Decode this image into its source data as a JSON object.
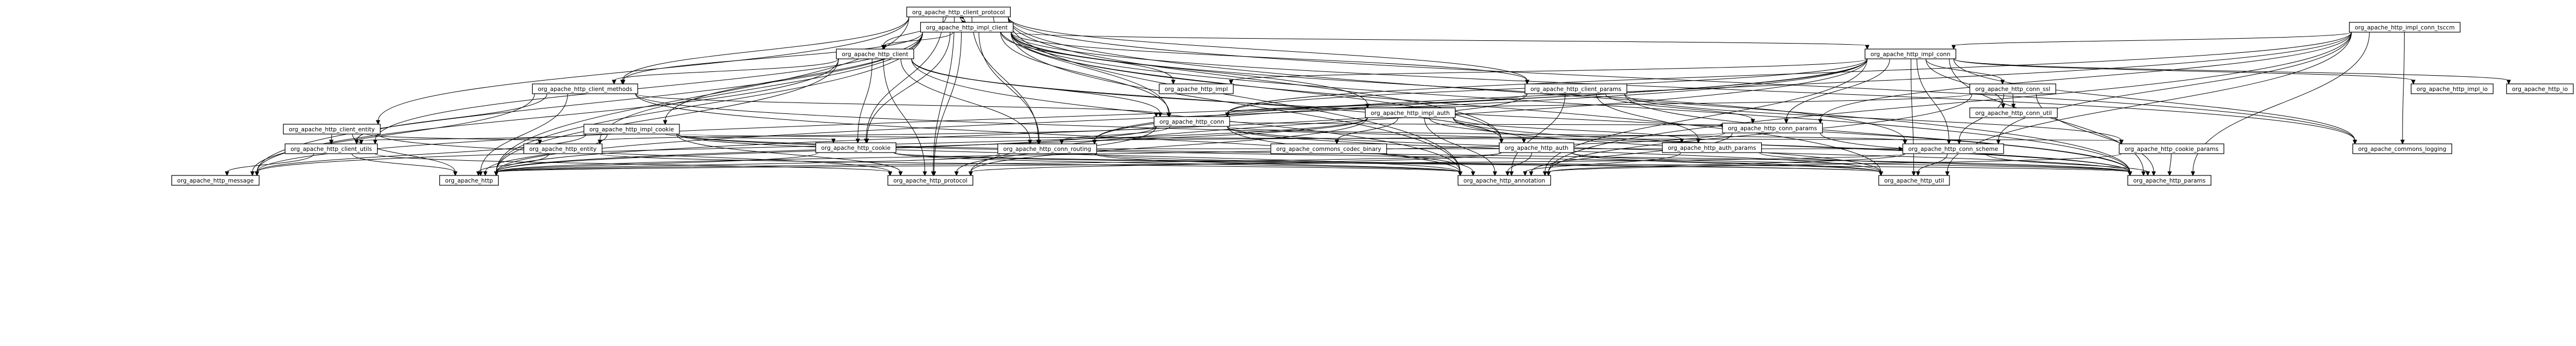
{
  "nodes": [
    {
      "id": "client_protocol",
      "label": "org_apache_http_client_protocol"
    },
    {
      "id": "impl_client",
      "label": "org_apache_http_impl_client"
    },
    {
      "id": "impl_conn_tsccm",
      "label": "org_apache_http_impl_conn_tsccm"
    },
    {
      "id": "client",
      "label": "org_apache_http_client"
    },
    {
      "id": "impl_conn",
      "label": "org_apache_http_impl_conn"
    },
    {
      "id": "client_methods",
      "label": "org_apache_http_client_methods"
    },
    {
      "id": "client_params",
      "label": "org_apache_http_client_params"
    },
    {
      "id": "impl",
      "label": "org_apache_http_impl"
    },
    {
      "id": "impl_io",
      "label": "org_apache_http_impl_io"
    },
    {
      "id": "io",
      "label": "org_apache_http_io"
    },
    {
      "id": "conn_ssl",
      "label": "org_apache_http_conn_ssl"
    },
    {
      "id": "client_entity",
      "label": "org_apache_http_client_entity"
    },
    {
      "id": "impl_cookie",
      "label": "org_apache_http_impl_cookie"
    },
    {
      "id": "conn",
      "label": "org_apache_http_conn"
    },
    {
      "id": "impl_auth",
      "label": "org_apache_http_impl_auth"
    },
    {
      "id": "conn_params",
      "label": "org_apache_http_conn_params"
    },
    {
      "id": "conn_util",
      "label": "org_apache_http_conn_util"
    },
    {
      "id": "client_utils",
      "label": "org_apache_http_client_utils"
    },
    {
      "id": "entity",
      "label": "org_apache_http_entity"
    },
    {
      "id": "cookie",
      "label": "org_apache_http_cookie"
    },
    {
      "id": "conn_routing",
      "label": "org_apache_http_conn_routing"
    },
    {
      "id": "commons_codec",
      "label": "org_apache_commons_codec_binary"
    },
    {
      "id": "auth",
      "label": "org_apache_http_auth"
    },
    {
      "id": "auth_params",
      "label": "org_apache_http_auth_params"
    },
    {
      "id": "conn_scheme",
      "label": "org_apache_http_conn_scheme"
    },
    {
      "id": "cookie_params",
      "label": "org_apache_http_cookie_params"
    },
    {
      "id": "commons_logging",
      "label": "org_apache_commons_logging"
    },
    {
      "id": "message",
      "label": "org_apache_http_message"
    },
    {
      "id": "http",
      "label": "org_apache_http"
    },
    {
      "id": "protocol",
      "label": "org_apache_http_protocol"
    },
    {
      "id": "annotation",
      "label": "org_apache_http_annotation"
    },
    {
      "id": "util",
      "label": "org_apache_http_util"
    },
    {
      "id": "params",
      "label": "org_apache_http_params"
    }
  ],
  "edges": [
    [
      "client_protocol",
      "impl_client"
    ],
    [
      "client_protocol",
      "client"
    ],
    [
      "client_protocol",
      "client_methods"
    ],
    [
      "client_protocol",
      "client_params"
    ],
    [
      "client_protocol",
      "client_entity"
    ],
    [
      "client_protocol",
      "conn"
    ],
    [
      "client_protocol",
      "auth"
    ],
    [
      "client_protocol",
      "cookie"
    ],
    [
      "client_protocol",
      "conn_routing"
    ],
    [
      "client_protocol",
      "commons_logging"
    ],
    [
      "client_protocol",
      "http"
    ],
    [
      "client_protocol",
      "protocol"
    ],
    [
      "client_protocol",
      "annotation"
    ],
    [
      "client_protocol",
      "params"
    ],
    [
      "impl_client",
      "client_protocol"
    ],
    [
      "impl_client",
      "client"
    ],
    [
      "impl_client",
      "impl_conn"
    ],
    [
      "impl_client",
      "client_methods"
    ],
    [
      "impl_client",
      "client_params"
    ],
    [
      "impl_client",
      "impl"
    ],
    [
      "impl_client",
      "impl_cookie"
    ],
    [
      "impl_client",
      "impl_auth"
    ],
    [
      "impl_client",
      "conn"
    ],
    [
      "impl_client",
      "client_utils"
    ],
    [
      "impl_client",
      "entity"
    ],
    [
      "impl_client",
      "cookie"
    ],
    [
      "impl_client",
      "conn_routing"
    ],
    [
      "impl_client",
      "auth"
    ],
    [
      "impl_client",
      "conn_scheme"
    ],
    [
      "impl_client",
      "commons_logging"
    ],
    [
      "impl_client",
      "message"
    ],
    [
      "impl_client",
      "http"
    ],
    [
      "impl_client",
      "protocol"
    ],
    [
      "impl_client",
      "annotation"
    ],
    [
      "impl_client",
      "util"
    ],
    [
      "impl_client",
      "params"
    ],
    [
      "impl_conn_tsccm",
      "impl_conn"
    ],
    [
      "impl_conn_tsccm",
      "conn"
    ],
    [
      "impl_conn_tsccm",
      "conn_params"
    ],
    [
      "impl_conn_tsccm",
      "conn_routing"
    ],
    [
      "impl_conn_tsccm",
      "conn_scheme"
    ],
    [
      "impl_conn_tsccm",
      "commons_logging"
    ],
    [
      "impl_conn_tsccm",
      "annotation"
    ],
    [
      "impl_conn_tsccm",
      "util"
    ],
    [
      "impl_conn_tsccm",
      "params"
    ],
    [
      "client",
      "client_methods"
    ],
    [
      "client",
      "conn"
    ],
    [
      "client",
      "conn_routing"
    ],
    [
      "client",
      "cookie"
    ],
    [
      "client",
      "auth"
    ],
    [
      "client",
      "http"
    ],
    [
      "client",
      "protocol"
    ],
    [
      "client",
      "annotation"
    ],
    [
      "client",
      "params"
    ],
    [
      "client",
      "message"
    ],
    [
      "impl_conn",
      "impl"
    ],
    [
      "impl_conn",
      "impl_io"
    ],
    [
      "impl_conn",
      "io"
    ],
    [
      "impl_conn",
      "conn_ssl"
    ],
    [
      "impl_conn",
      "conn"
    ],
    [
      "impl_conn",
      "conn_params"
    ],
    [
      "impl_conn",
      "conn_util"
    ],
    [
      "impl_conn",
      "conn_routing"
    ],
    [
      "impl_conn",
      "conn_scheme"
    ],
    [
      "impl_conn",
      "commons_logging"
    ],
    [
      "impl_conn",
      "message"
    ],
    [
      "impl_conn",
      "http"
    ],
    [
      "impl_conn",
      "protocol"
    ],
    [
      "impl_conn",
      "annotation"
    ],
    [
      "impl_conn",
      "util"
    ],
    [
      "impl_conn",
      "params"
    ],
    [
      "client_methods",
      "client_utils"
    ],
    [
      "client_methods",
      "conn"
    ],
    [
      "client_methods",
      "message"
    ],
    [
      "client_methods",
      "http"
    ],
    [
      "client_methods",
      "annotation"
    ],
    [
      "client_methods",
      "params"
    ],
    [
      "client_params",
      "conn"
    ],
    [
      "client_params",
      "conn_params"
    ],
    [
      "client_params",
      "auth_params"
    ],
    [
      "client_params",
      "cookie_params"
    ],
    [
      "client_params",
      "annotation"
    ],
    [
      "client_params",
      "params"
    ],
    [
      "client_params",
      "http"
    ],
    [
      "conn_ssl",
      "conn"
    ],
    [
      "conn_ssl",
      "conn_util"
    ],
    [
      "conn_ssl",
      "conn_scheme"
    ],
    [
      "conn_ssl",
      "annotation"
    ],
    [
      "conn_ssl",
      "params"
    ],
    [
      "client_entity",
      "client_utils"
    ],
    [
      "client_entity",
      "entity"
    ],
    [
      "client_entity",
      "protocol"
    ],
    [
      "client_entity",
      "http"
    ],
    [
      "impl_cookie",
      "cookie"
    ],
    [
      "impl_cookie",
      "cookie_params"
    ],
    [
      "impl_cookie",
      "client_utils"
    ],
    [
      "impl_cookie",
      "message"
    ],
    [
      "impl_cookie",
      "http"
    ],
    [
      "impl_cookie",
      "protocol"
    ],
    [
      "impl_cookie",
      "annotation"
    ],
    [
      "impl_cookie",
      "util"
    ],
    [
      "impl_cookie",
      "params"
    ],
    [
      "conn",
      "conn_routing"
    ],
    [
      "conn",
      "conn_scheme"
    ],
    [
      "conn",
      "conn_params"
    ],
    [
      "conn",
      "entity"
    ],
    [
      "conn",
      "http"
    ],
    [
      "conn",
      "protocol"
    ],
    [
      "conn",
      "annotation"
    ],
    [
      "conn",
      "util"
    ],
    [
      "conn",
      "params"
    ],
    [
      "impl_auth",
      "auth"
    ],
    [
      "impl_auth",
      "auth_params"
    ],
    [
      "impl_auth",
      "commons_codec"
    ],
    [
      "impl_auth",
      "message"
    ],
    [
      "impl_auth",
      "http"
    ],
    [
      "impl_auth",
      "protocol"
    ],
    [
      "impl_auth",
      "annotation"
    ],
    [
      "impl_auth",
      "util"
    ],
    [
      "impl_auth",
      "params"
    ],
    [
      "conn_params",
      "conn_routing"
    ],
    [
      "conn_params",
      "annotation"
    ],
    [
      "conn_params",
      "params"
    ],
    [
      "conn_params",
      "http"
    ],
    [
      "client_utils",
      "http"
    ],
    [
      "client_utils",
      "message"
    ],
    [
      "client_utils",
      "protocol"
    ],
    [
      "entity",
      "http"
    ],
    [
      "entity",
      "annotation"
    ],
    [
      "cookie",
      "http"
    ],
    [
      "cookie",
      "annotation"
    ],
    [
      "cookie",
      "params"
    ],
    [
      "cookie",
      "util"
    ],
    [
      "conn_routing",
      "conn_scheme"
    ],
    [
      "conn_routing",
      "http"
    ],
    [
      "conn_routing",
      "annotation"
    ],
    [
      "conn_routing",
      "util"
    ],
    [
      "auth",
      "http"
    ],
    [
      "auth",
      "annotation"
    ],
    [
      "auth",
      "params"
    ],
    [
      "auth",
      "util"
    ],
    [
      "auth",
      "protocol"
    ],
    [
      "auth_params",
      "annotation"
    ],
    [
      "auth_params",
      "params"
    ],
    [
      "conn_scheme",
      "http"
    ],
    [
      "conn_scheme",
      "annotation"
    ],
    [
      "conn_scheme",
      "util"
    ],
    [
      "conn_scheme",
      "params"
    ],
    [
      "cookie_params",
      "annotation"
    ],
    [
      "cookie_params",
      "params"
    ]
  ]
}
